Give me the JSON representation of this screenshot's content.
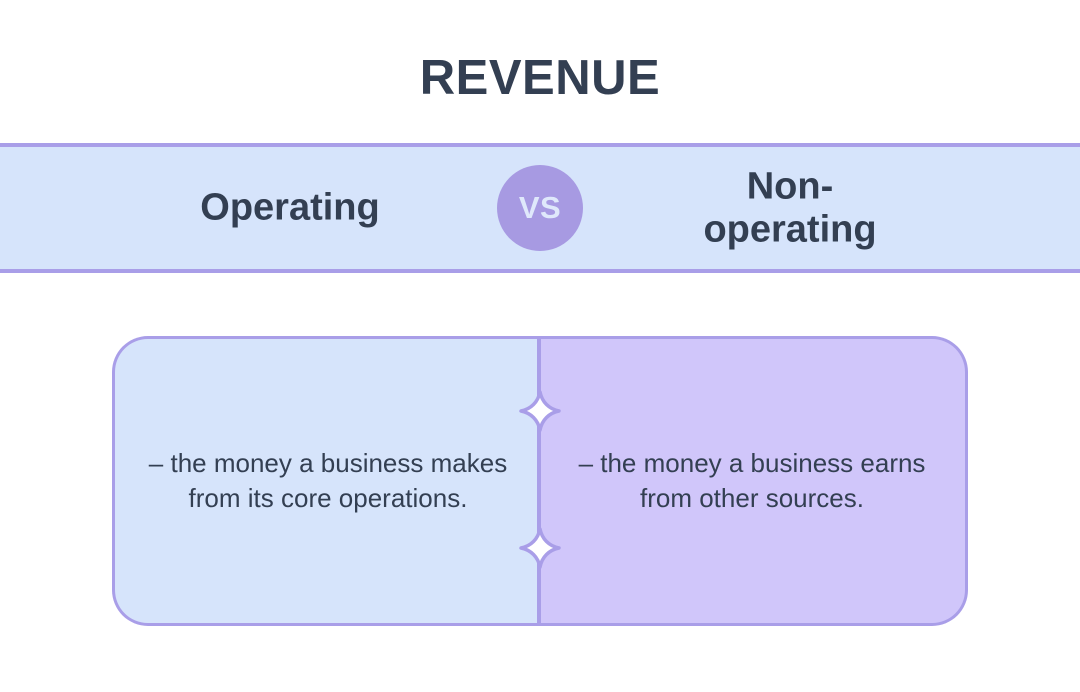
{
  "title": "REVENUE",
  "header": {
    "left_label": "Operating",
    "vs_label": "VS",
    "right_label_line1": "Non-",
    "right_label_line2": "operating"
  },
  "cards": [
    {
      "side": "left",
      "text": "– the money a business makes from its core operations.",
      "fill_color": "#d6e4fb"
    },
    {
      "side": "right",
      "text": "– the money a business earns from other sources.",
      "fill_color": "#d0c6fa"
    }
  ],
  "decorations": {
    "diamond_icon": "four-point-star",
    "diamond_count": 2,
    "diamond_fill": "#ffffff",
    "diamond_stroke": "#a99ee8"
  },
  "colors": {
    "accent_purple": "#a99ee8",
    "vs_circle_purple": "#a79ae2",
    "band_blue": "#d6e4fb",
    "text_navy": "#333f52",
    "background": "#ffffff"
  }
}
